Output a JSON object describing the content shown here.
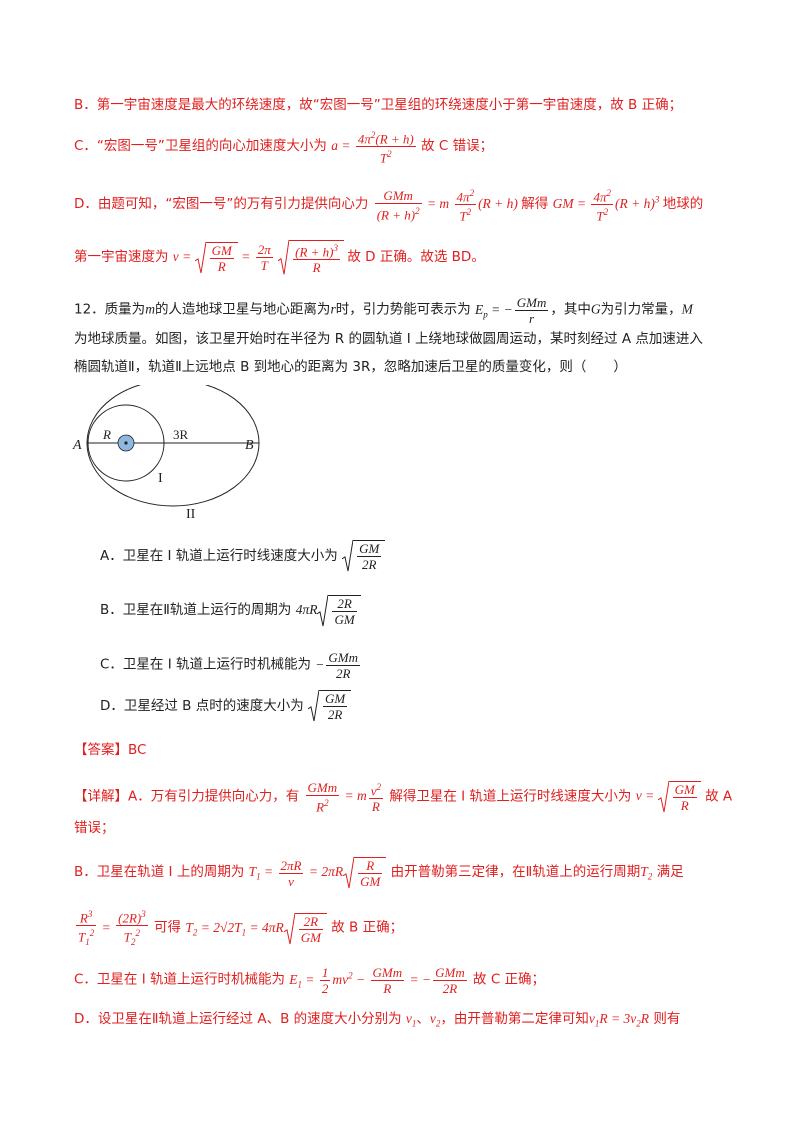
{
  "answers_top": {
    "b": "B．第一宇宙速度是最大的环绕速度，故“宏图一号”卫星组的环绕速度小于第一宇宙速度，故 B 正确；",
    "c_prefix": "C．“宏图一号”卫星组的向心加速度大小为",
    "c_suffix": "故 C 错误；",
    "d_prefix": "D．由题可知，“宏图一号”的万有引力提供向心力",
    "d_mid": "解得",
    "d_suffix": "地球的",
    "d2_prefix": "第一宇宙速度为",
    "d2_suffix": "故 D 正确。故选 BD。"
  },
  "question": {
    "line1_a": "12．质量为",
    "line1_b": "的人造地球卫星与地心距离为",
    "line1_c": "时，引力势能可表示为",
    "line1_d": "，其中",
    "line1_e": "为引力常量，",
    "line2": "为地球质量。如图，该卫星开始时在半径为 R 的圆轨道 I 上绕地球做圆周运动，某时刻经过 A 点加速进入",
    "line3": "椭圆轨道Ⅱ，轨道Ⅱ上远地点 B 到地心的距离为 3R，忽略加速后卫星的质量变化，则（　　）"
  },
  "figure": {
    "label_a": "A",
    "label_b": "B",
    "label_r": "R",
    "label_3r": "3R",
    "label_orbit1": "I",
    "label_orbit2": "II"
  },
  "options": {
    "a": "A．卫星在 I 轨道上运行时线速度大小为",
    "b": "B．卫星在Ⅱ轨道上运行的周期为",
    "c": "C．卫星在 I 轨道上运行时机械能为",
    "d": "D．卫星经过 B 点时的速度大小为"
  },
  "answer": {
    "label": "【答案】BC"
  },
  "explanation": {
    "a_prefix": "【详解】A．万有引力提供向心力，有",
    "a_mid": "解得卫星在 I 轨道上运行时线速度大小为",
    "a_suffix": "故 A",
    "a2": "错误；",
    "b_prefix": "B．卫星在轨道 I 上的周期为",
    "b_mid": "由开普勒第三定律，在Ⅱ轨道上的运行周期",
    "b_suffix": "满足",
    "b2_mid": "可得",
    "b2_suffix": "故 B 正确；",
    "c_prefix": "C．卫星在 I 轨道上运行时机械能为",
    "c_suffix": "故 C 正确；",
    "d_prefix": "D．设卫星在Ⅱ轨道上运行经过 A、B 的速度大小分别为",
    "d_mid": "，由开普勒第二定律可知",
    "d_suffix": "则有"
  },
  "colors": {
    "answer_red": "#e02020",
    "text": "#222222",
    "earth_fill": "#8fb8e0"
  }
}
